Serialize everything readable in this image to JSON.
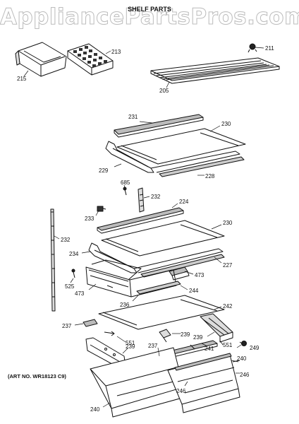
{
  "watermark": "AppliancePartsPros.com",
  "title": "SHELF PARTS",
  "art_no": "(ART NO. WR18123 C9)",
  "callouts": [
    {
      "id": "c215",
      "label": "215"
    },
    {
      "id": "c213",
      "label": "213"
    },
    {
      "id": "c211",
      "label": "211"
    },
    {
      "id": "c205",
      "label": "205"
    },
    {
      "id": "c231",
      "label": "231"
    },
    {
      "id": "c230a",
      "label": "230"
    },
    {
      "id": "c229",
      "label": "229"
    },
    {
      "id": "c228",
      "label": "228"
    },
    {
      "id": "c685",
      "label": "685"
    },
    {
      "id": "c232a",
      "label": "232"
    },
    {
      "id": "c224",
      "label": "224"
    },
    {
      "id": "c233",
      "label": "233"
    },
    {
      "id": "c232b",
      "label": "232"
    },
    {
      "id": "c230b",
      "label": "230"
    },
    {
      "id": "c234",
      "label": "234"
    },
    {
      "id": "c227",
      "label": "227"
    },
    {
      "id": "c473a",
      "label": "473"
    },
    {
      "id": "c525",
      "label": "525"
    },
    {
      "id": "c473b",
      "label": "473"
    },
    {
      "id": "c244",
      "label": "244"
    },
    {
      "id": "c236",
      "label": "236"
    },
    {
      "id": "c242",
      "label": "242"
    },
    {
      "id": "c237a",
      "label": "237"
    },
    {
      "id": "c551a",
      "label": "551"
    },
    {
      "id": "c239a",
      "label": "239"
    },
    {
      "id": "c239b",
      "label": "239"
    },
    {
      "id": "c249",
      "label": "249"
    },
    {
      "id": "c239c",
      "label": "239"
    },
    {
      "id": "c237b",
      "label": "237"
    },
    {
      "id": "c241",
      "label": "241"
    },
    {
      "id": "c551b",
      "label": "551"
    },
    {
      "id": "c240a",
      "label": "240"
    },
    {
      "id": "c246a",
      "label": "246"
    },
    {
      "id": "c246b",
      "label": "246"
    },
    {
      "id": "c240b",
      "label": "240"
    }
  ]
}
